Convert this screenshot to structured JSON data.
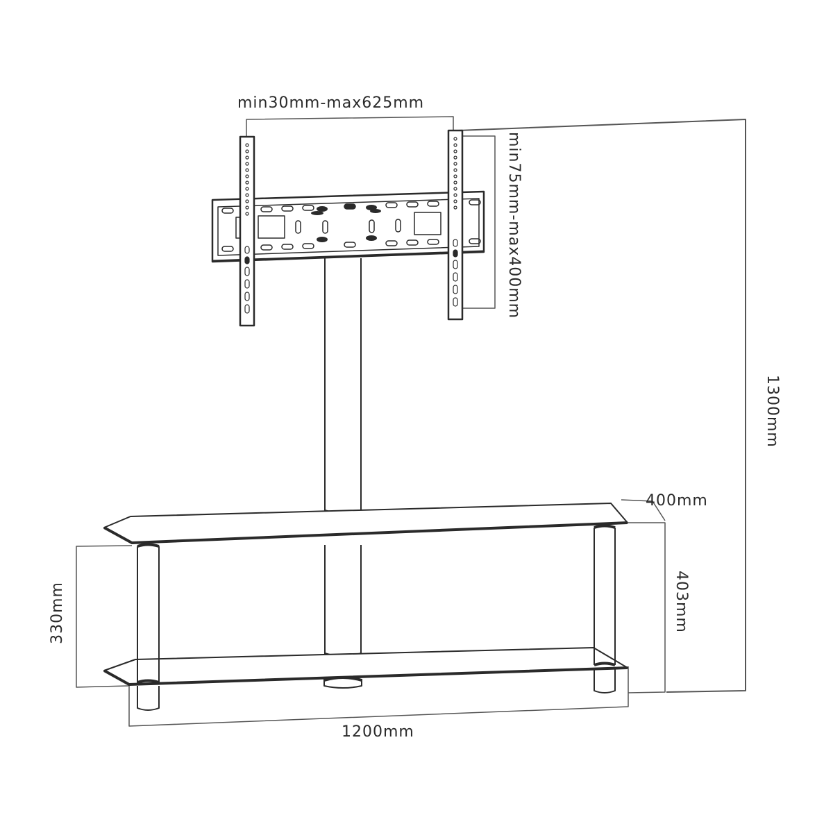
{
  "diagram": {
    "subject": "TV stand with floor pole, tilting wall bracket and two glass shelves",
    "colors": {
      "line": "#2a2a2a",
      "dim_line": "#555555",
      "background": "#ffffff"
    },
    "dimensions": {
      "bracket_width": "min30mm-max625mm",
      "bracket_height": "min75mm-max400mm",
      "overall_height": "1300mm",
      "shelf_depth": "400mm",
      "shelf_height_right": "403mm",
      "shelf_spacing_left": "330mm",
      "overall_width": "1200mm"
    },
    "components": [
      {
        "name": "wall-bracket-plate"
      },
      {
        "name": "left-vertical-arm"
      },
      {
        "name": "right-vertical-arm"
      },
      {
        "name": "center-pole"
      },
      {
        "name": "top-glass-shelf"
      },
      {
        "name": "bottom-glass-shelf"
      },
      {
        "name": "left-leg"
      },
      {
        "name": "right-leg"
      }
    ]
  }
}
